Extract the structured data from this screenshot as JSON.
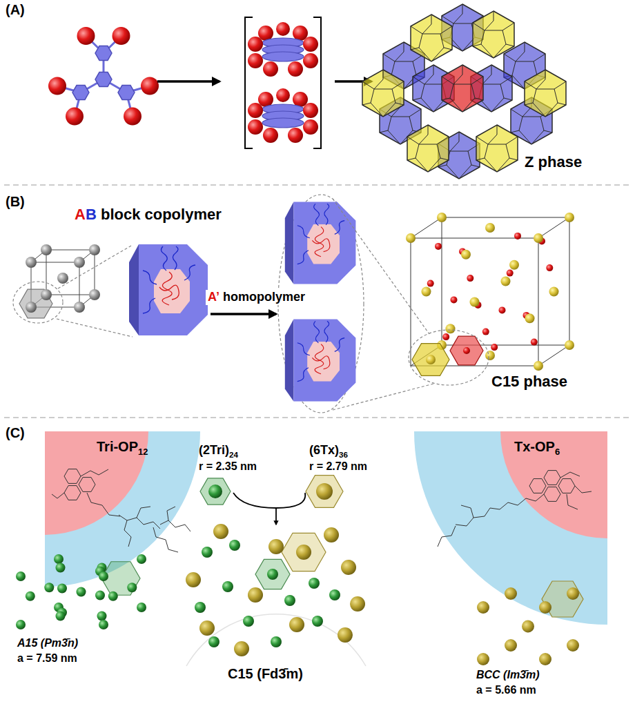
{
  "diagram": {
    "labels": [
      "(A)",
      "Z phase",
      "(B)",
      "A",
      "B",
      "block copolymer",
      "A’",
      "homopolymer",
      "C15 phase",
      "(C)",
      "Tri-OP",
      "12",
      "Tx-OP",
      "6",
      "(2Tri)",
      "24",
      "r = 2.35 nm",
      "(6Tx)",
      "36",
      "r = 2.79 nm",
      "A15 (Pm3̄n)",
      "a = 7.59 nm",
      "C15 (Fd3̄m)",
      "BCC (Im3̄m)",
      "a = 5.66 nm"
    ]
  }
}
